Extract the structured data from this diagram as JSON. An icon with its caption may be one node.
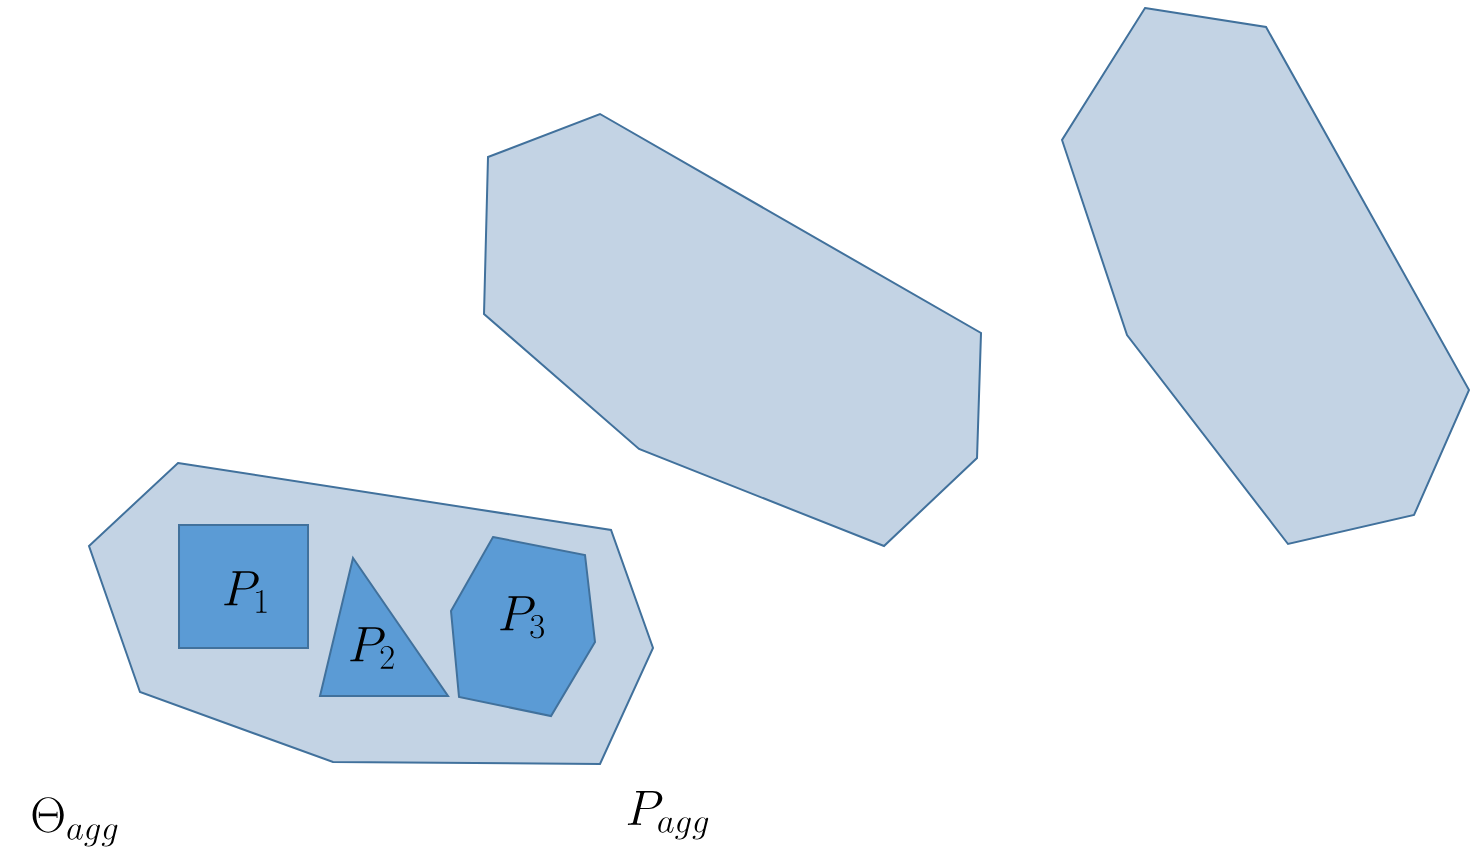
{
  "diagram": {
    "nodes": [
      {
        "text": [],
        "shape": "polygon"
      },
      {
        "text": [
          "P_1"
        ],
        "in": 0
      },
      {
        "text": [
          "P_2"
        ],
        "in": 0
      },
      {
        "text": [
          "P_3"
        ],
        "in": 0
      },
      {
        "text": [],
        "shape": "polygon"
      },
      {
        "text": [],
        "shape": "polygon"
      }
    ],
    "labels": [
      "\\Theta_{agg}",
      "P_{agg}"
    ]
  }
}
